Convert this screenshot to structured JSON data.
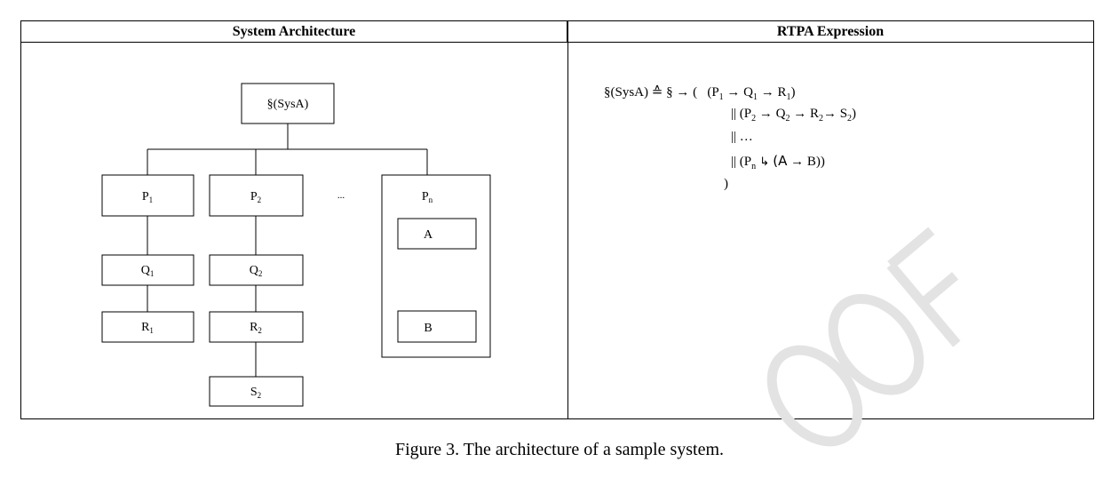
{
  "headers": {
    "left": "System Architecture",
    "right": "RTPA Expression"
  },
  "architecture": {
    "root": "§(SysA)",
    "columns": [
      {
        "p": {
          "base": "P",
          "sub": "1"
        },
        "q": {
          "base": "Q",
          "sub": "1"
        },
        "r": {
          "base": "R",
          "sub": "1"
        }
      },
      {
        "p": {
          "base": "P",
          "sub": "2"
        },
        "q": {
          "base": "Q",
          "sub": "2"
        },
        "r": {
          "base": "R",
          "sub": "2"
        },
        "s": {
          "base": "S",
          "sub": "2"
        }
      }
    ],
    "ellipsis": "...",
    "pn": {
      "label": {
        "base": "P",
        "sub": "n"
      },
      "inner_top": "A",
      "inner_bottom": "B"
    }
  },
  "rtpa": {
    "line1_lhs": "§(SysA) ≙ § → (",
    "line1_expr": [
      "(P",
      "1",
      " → Q",
      "1",
      " → R",
      "1",
      ")"
    ],
    "line2_expr": [
      "|| (P",
      "2",
      " → Q",
      "2",
      " → R",
      "2",
      "→ S",
      "2",
      ")"
    ],
    "line3": "|| …",
    "line4_pre": "|| (P",
    "line4_sub": "n",
    "line4_op": " ↳ ",
    "line4_a": "(A",
    "line4_arrow": " → B))",
    "line5": ")"
  },
  "caption": "Figure 3. The architecture of a sample system.",
  "watermark": "OOF"
}
